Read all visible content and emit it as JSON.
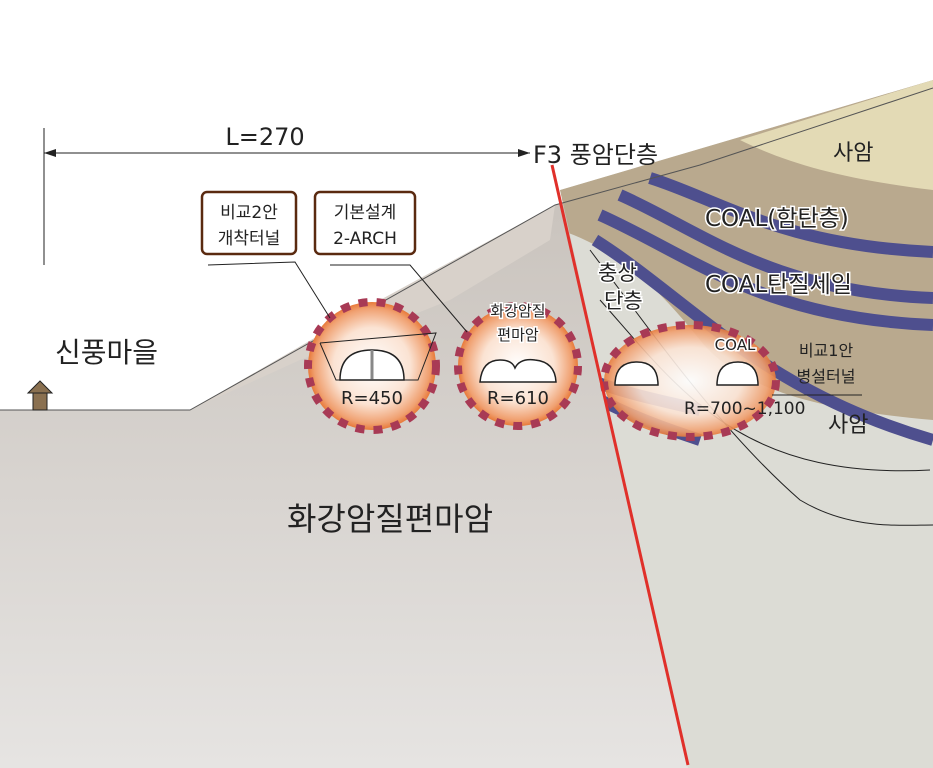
{
  "title": "Tunnel route geological cross-section",
  "dimension": {
    "label": "L=270"
  },
  "fault": {
    "label": "F3  풍암단층",
    "color": "#e0302a"
  },
  "thrust_fault": {
    "label_line1": "충상",
    "label_line2": "단층"
  },
  "village": {
    "label": "신풍마을"
  },
  "rocks": {
    "sandstone_top": "사암",
    "coal_1": "COAL(함탄층)",
    "coal_2": "COAL탄질세일",
    "coal_3": "COAL",
    "sandstone_bottom": "사암",
    "granite": "화강암질편마암"
  },
  "callouts": {
    "alt2": {
      "line1": "비교2안",
      "line2": "개착터널"
    },
    "basic": {
      "line1": "기본설계",
      "line2": "2-ARCH"
    },
    "alt1": {
      "line1": "비교1안",
      "line2": "병설터널"
    }
  },
  "zones": [
    {
      "radius_label": "R=450"
    },
    {
      "radius_label": "R=610",
      "rock_line1": "화강암질",
      "rock_line2": "편마암"
    },
    {
      "radius_label": "R=700~1,100"
    }
  ],
  "colors": {
    "coal": "#4e4f8e",
    "shale": "#b9a98e",
    "sandstone": "#e3dab5",
    "granite": "#c8c2bc",
    "zone_border": "#a83a55"
  }
}
